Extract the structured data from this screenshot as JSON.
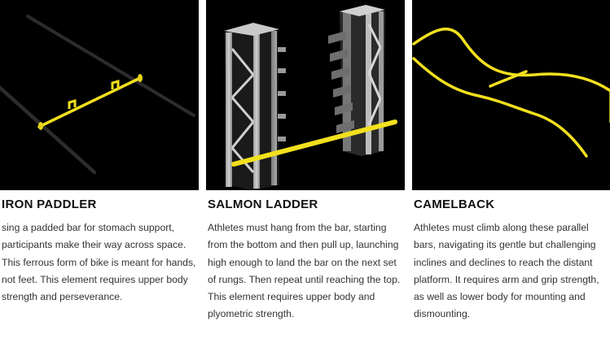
{
  "cards": [
    {
      "title": "IRON PADDLER",
      "description": "sing a padded bar for stomach support, participants make their way across space. This ferrous form of bike is meant for hands, not feet. This element requires upper body strength and perseverance.",
      "image": "iron-paddler-image"
    },
    {
      "title": "SALMON LADDER",
      "description": "Athletes must hang from the bar, starting from the bottom and then pull up, launching high enough to land the bar on the next set of rungs. Then repeat until reaching the top. This element requires upper body and plyometric strength.",
      "image": "salmon-ladder-image"
    },
    {
      "title": "CAMELBACK",
      "description": "Athletes must climb along these parallel bars, navigating its gentle but challenging inclines and declines to reach the distant platform. It requires arm and grip strength, as well as lower body for mounting and dismounting.",
      "image": "camelback-image"
    }
  ],
  "colors": {
    "accent_yellow": "#f2e01e",
    "image_background": "#000000",
    "title_text": "#111111",
    "body_text": "#333333"
  }
}
